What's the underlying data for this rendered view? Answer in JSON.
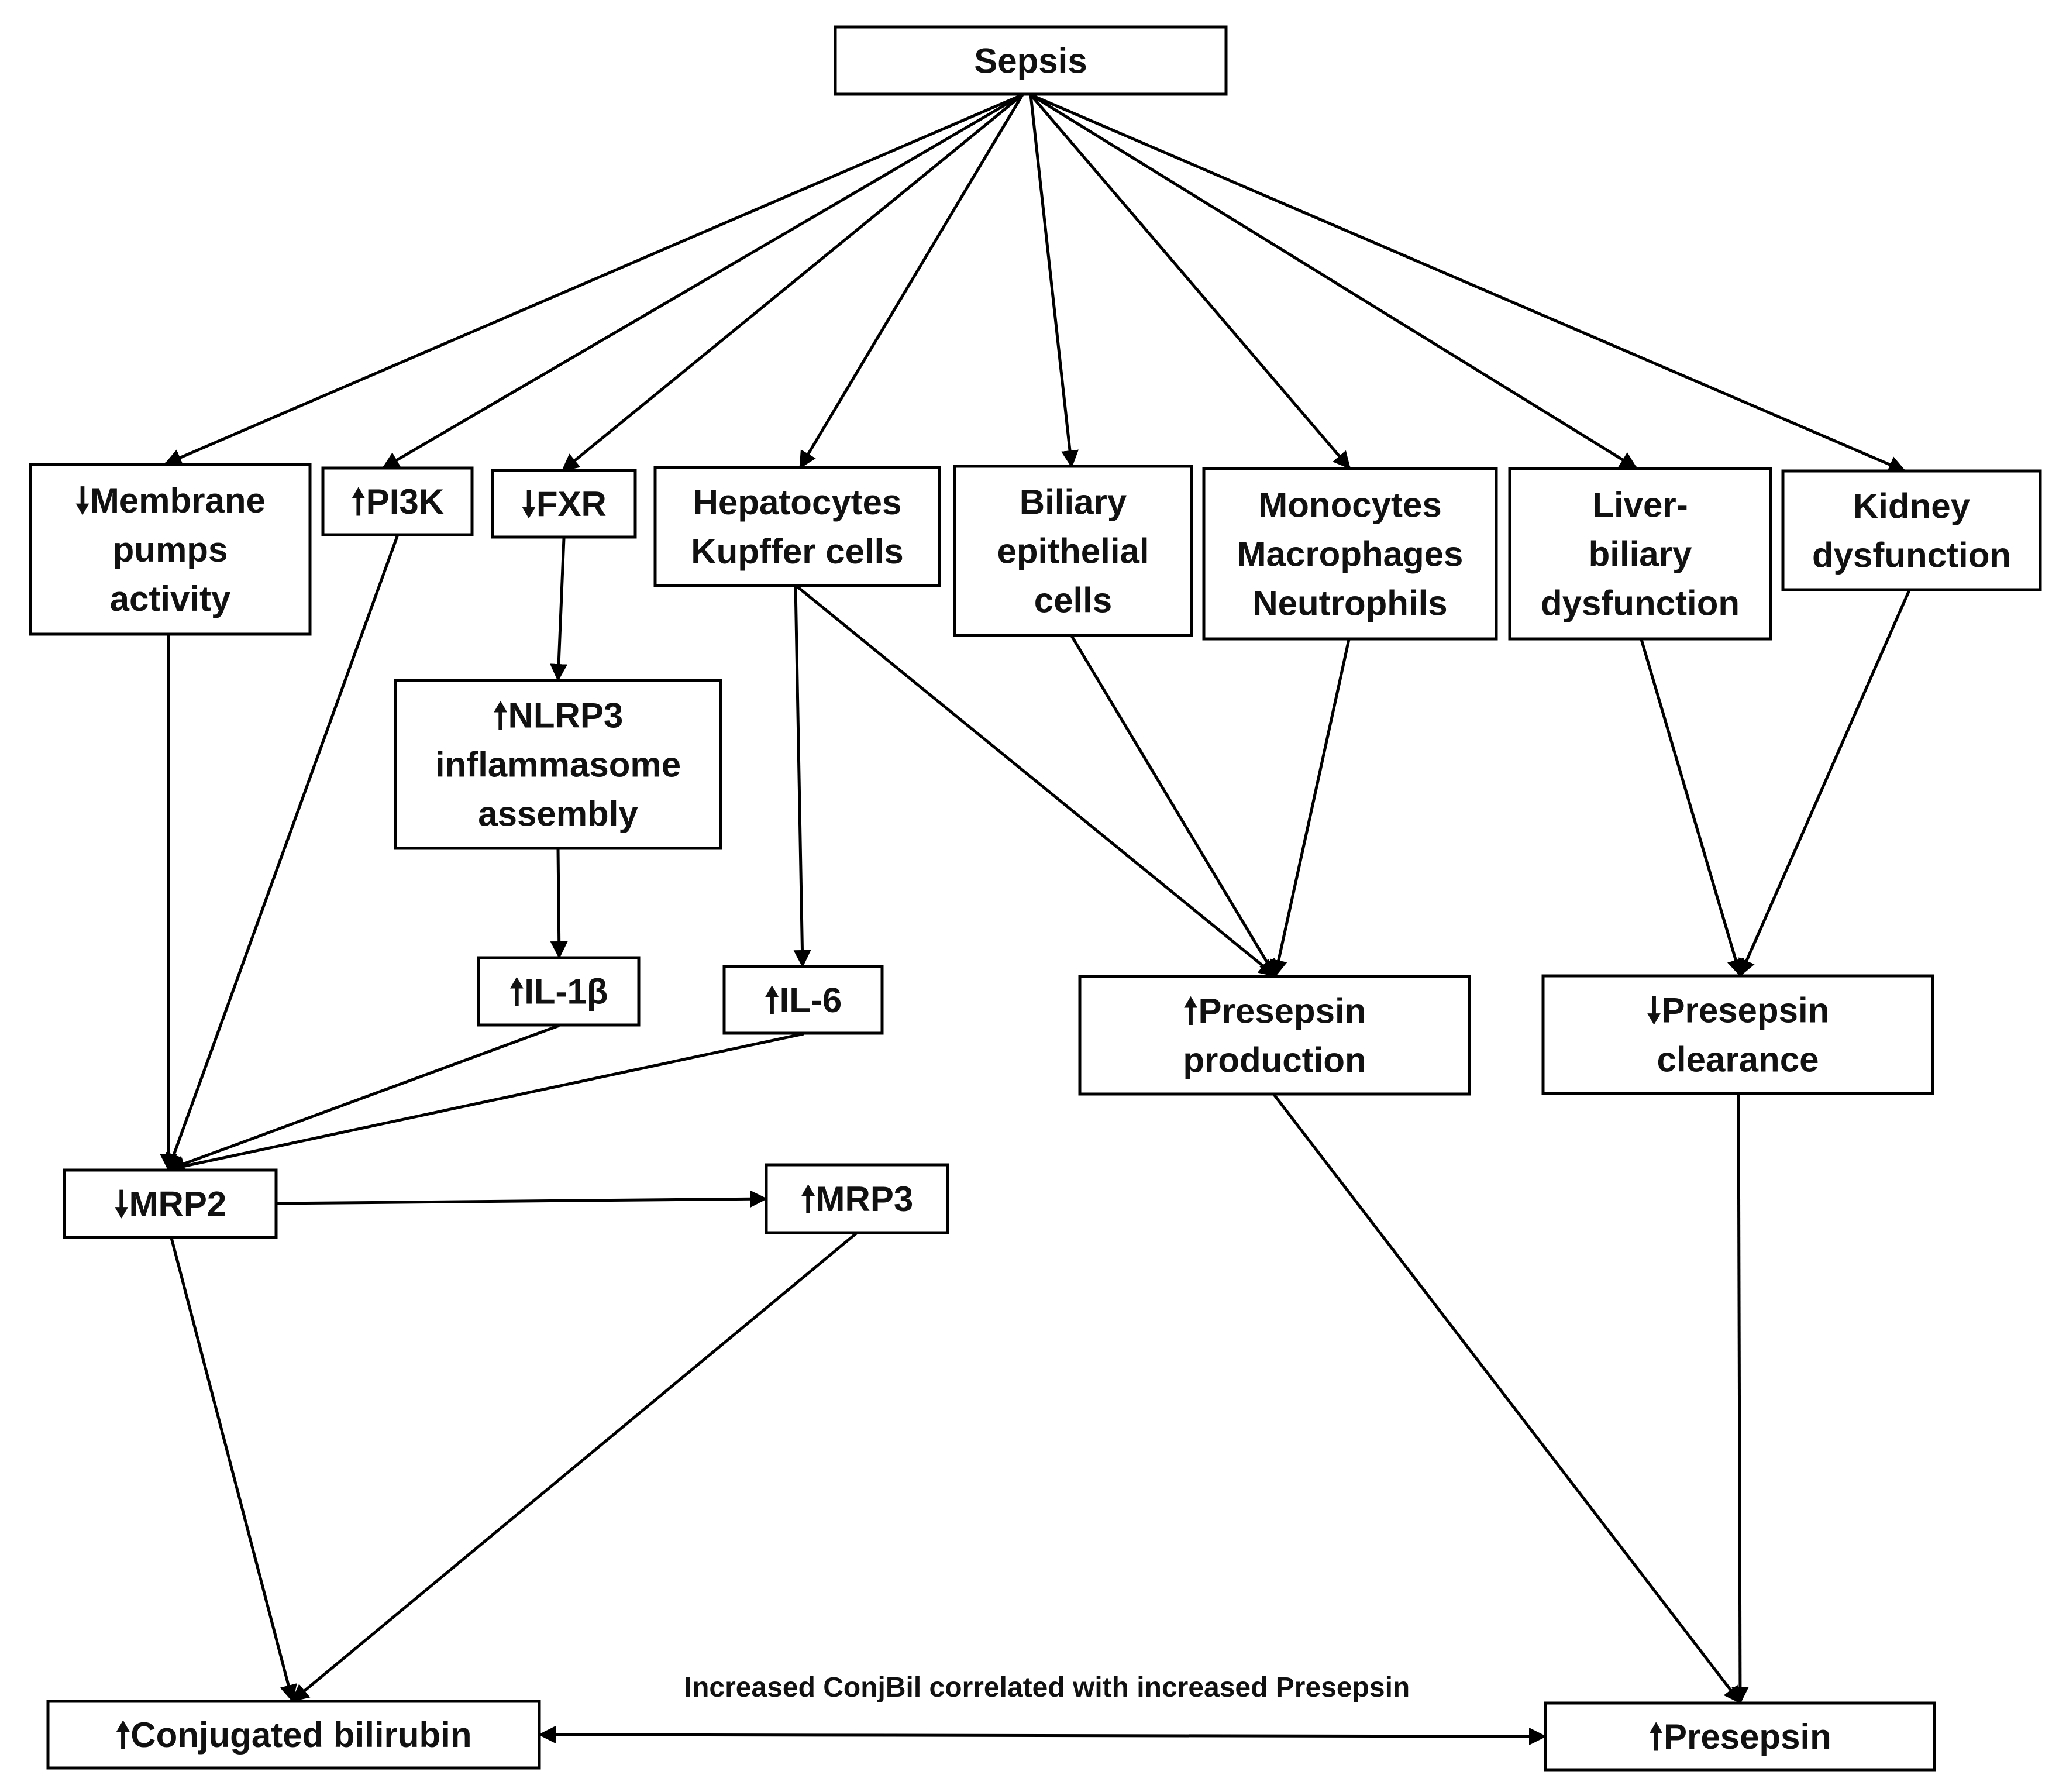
{
  "nodes": [
    {
      "id": "sepsis",
      "lines": [
        "Sepsis"
      ]
    },
    {
      "id": "membrane",
      "arrow": "down",
      "lines": [
        "Membrane",
        "pumps",
        "activity"
      ]
    },
    {
      "id": "pi3k",
      "arrow": "up",
      "lines": [
        "PI3K"
      ]
    },
    {
      "id": "fxr",
      "arrow": "down",
      "lines": [
        "FXR"
      ]
    },
    {
      "id": "hepatocytes",
      "lines": [
        "Hepatocytes",
        "Kupffer cells"
      ]
    },
    {
      "id": "biliary",
      "lines": [
        "Biliary",
        "epithelial",
        "cells"
      ]
    },
    {
      "id": "monocytes",
      "lines": [
        "Monocytes",
        "Macrophages",
        "Neutrophils"
      ]
    },
    {
      "id": "liver",
      "lines": [
        "Liver-",
        "biliary",
        "dysfunction"
      ]
    },
    {
      "id": "kidney",
      "lines": [
        "Kidney",
        "dysfunction"
      ]
    },
    {
      "id": "nlrp3",
      "arrow": "up",
      "lines": [
        "NLRP3",
        "inflammasome",
        "assembly"
      ]
    },
    {
      "id": "il1b",
      "arrow": "up",
      "lines": [
        "IL-1β"
      ]
    },
    {
      "id": "il6",
      "arrow": "up",
      "lines": [
        "IL-6"
      ]
    },
    {
      "id": "presepsin_prod",
      "arrow": "up",
      "lines": [
        "Presepsin",
        "production"
      ]
    },
    {
      "id": "presepsin_clear",
      "arrow": "down",
      "lines": [
        "Presepsin",
        "clearance"
      ]
    },
    {
      "id": "mrp2",
      "arrow": "down",
      "lines": [
        "MRP2"
      ]
    },
    {
      "id": "mrp3",
      "arrow": "up",
      "lines": [
        "MRP3"
      ]
    },
    {
      "id": "conjbil",
      "arrow": "up",
      "lines": [
        "Conjugated bilirubin"
      ]
    },
    {
      "id": "presepsin",
      "arrow": "up",
      "lines": [
        "Presepsin"
      ]
    }
  ],
  "edges": [
    {
      "from": "sepsis",
      "to": "membrane"
    },
    {
      "from": "sepsis",
      "to": "pi3k"
    },
    {
      "from": "sepsis",
      "to": "fxr"
    },
    {
      "from": "sepsis",
      "to": "hepatocytes"
    },
    {
      "from": "sepsis",
      "to": "biliary"
    },
    {
      "from": "sepsis",
      "to": "monocytes"
    },
    {
      "from": "sepsis",
      "to": "liver"
    },
    {
      "from": "sepsis",
      "to": "kidney"
    },
    {
      "from": "fxr",
      "to": "nlrp3"
    },
    {
      "from": "nlrp3",
      "to": "il1b"
    },
    {
      "from": "hepatocytes",
      "to": "il6"
    },
    {
      "from": "hepatocytes",
      "to": "presepsin_prod"
    },
    {
      "from": "biliary",
      "to": "presepsin_prod"
    },
    {
      "from": "monocytes",
      "to": "presepsin_prod"
    },
    {
      "from": "liver",
      "to": "presepsin_clear"
    },
    {
      "from": "kidney",
      "to": "presepsin_clear"
    },
    {
      "from": "membrane",
      "to": "mrp2"
    },
    {
      "from": "pi3k",
      "to": "mrp2"
    },
    {
      "from": "il1b",
      "to": "mrp2"
    },
    {
      "from": "il6",
      "to": "mrp2"
    },
    {
      "from": "mrp2",
      "to": "mrp3"
    },
    {
      "from": "mrp2",
      "to": "conjbil"
    },
    {
      "from": "mrp3",
      "to": "conjbil"
    },
    {
      "from": "presepsin_prod",
      "to": "presepsin"
    },
    {
      "from": "presepsin_clear",
      "to": "presepsin"
    },
    {
      "from": "conjbil",
      "to": "presepsin",
      "bidirectional": true
    }
  ],
  "correlation_label": "Increased ConjBil correlated with increased Presepsin",
  "arrow_glyphs": {
    "up": "🠕",
    "down": "🠗"
  }
}
